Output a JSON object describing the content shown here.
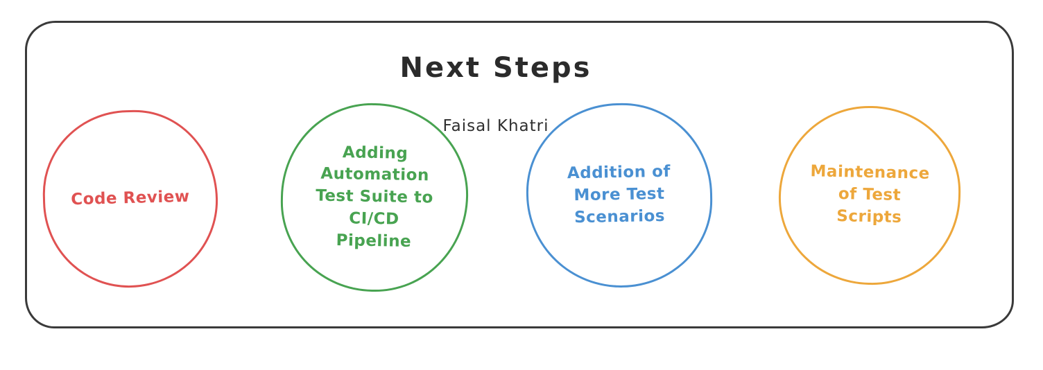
{
  "title": "Next Steps",
  "attribution": "Faisal Khatri",
  "colors": {
    "frame_border": "#3a3a3a",
    "title_text": "#2b2b2b",
    "red": "#e05252",
    "green": "#48a351",
    "blue": "#4a90d2",
    "orange": "#eda73b"
  },
  "steps": [
    {
      "label": "Code Review",
      "color": "#e05252"
    },
    {
      "label": "Adding\nAutomation\nTest Suite to\nCI/CD\nPipeline",
      "color": "#48a351"
    },
    {
      "label": "Addition of\nMore Test\nScenarios",
      "color": "#4a90d2"
    },
    {
      "label": "Maintenance\nof Test\nScripts",
      "color": "#eda73b"
    }
  ]
}
